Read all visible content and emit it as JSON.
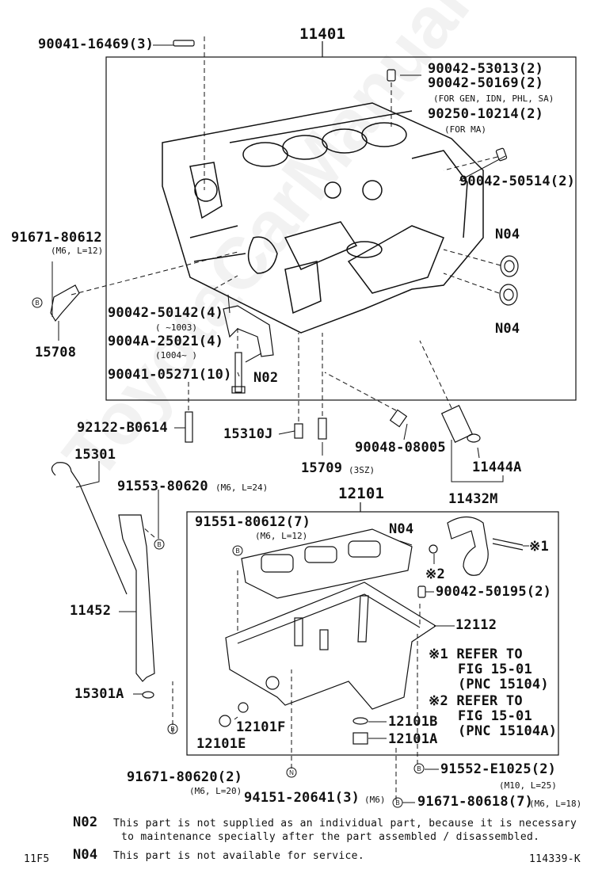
{
  "labels": {
    "p11401": "11401",
    "p90041_16469": "90041-16469(3)",
    "p90042_53013": "90042-53013(2)",
    "p90042_50169": "90042-50169(2)",
    "for_gen": "(FOR GEN, IDN, PHL, SA)",
    "p90250_10214": "90250-10214(2)",
    "for_ma": "(FOR MA)",
    "p90042_50514": "90042-50514(2)",
    "n04_a": "N04",
    "n04_b": "N04",
    "p91671_80612": "91671-80612",
    "p91671_80612_spec": "(M6, L=12)",
    "p15708": "15708",
    "p90042_50142": "90042-50142(4)",
    "p90042_50142_range": "(      ~1003)",
    "p9004a_25021": "9004A-25021(4)",
    "p9004a_25021_range": "(1004~     )",
    "p90041_05271": "90041-05271(10)",
    "n02": "N02",
    "p92122_b0614": "92122-B0614",
    "p15310j": "15310J",
    "p15709": "15709",
    "p15709_spec": "(3SZ)",
    "p90048_08005": "90048-08005",
    "p11444a": "11444A",
    "p11432m": "11432M",
    "p15301": "15301",
    "p91553_80620": "91553-80620",
    "p91553_80620_spec": "(M6, L=24)",
    "p12101": "12101",
    "p91551_80612": "91551-80612(7)",
    "p91551_80612_spec": "(M6, L=12)",
    "n04_c": "N04",
    "mark1": "※1",
    "mark2": "※2",
    "p90042_50195": "90042-50195(2)",
    "p12112": "12112",
    "p11452": "11452",
    "ref1_a": "※1  REFER TO",
    "ref1_b": "FIG 15-01",
    "ref1_c": "(PNC 15104)",
    "ref2_a": "※2  REFER TO",
    "ref2_b": "FIG 15-01",
    "ref2_c": "(PNC 15104A)",
    "p15301a": "15301A",
    "p12101f": "12101F",
    "p12101e": "12101E",
    "p12101b": "12101B",
    "p12101a": "12101A",
    "p91671_80620": "91671-80620(2)",
    "p91671_80620_spec": "(M6, L=20)",
    "p94151_20641": "94151-20641(3)",
    "p94151_20641_spec": "(M6)",
    "p91552_e1025": "91552-E1025(2)",
    "p91552_e1025_spec": "(M10, L=25)",
    "p91671_80618": "91671-80618(7)",
    "p91671_80618_spec": "(M6, L=18)",
    "mark_b": "B",
    "mark_n": "N"
  },
  "notes": {
    "n02_code": "N02",
    "n02_text_1": "This part is not supplied as an individual part, because it is necessary",
    "n02_text_2": "to maintenance specially after the part assembled / disassembled.",
    "n04_code": "N04",
    "n04_text": "This part is not available for service."
  },
  "footer": {
    "page_code": "11F5",
    "figure_id": "114339-K"
  },
  "watermark": "ToyotaCarManuals"
}
